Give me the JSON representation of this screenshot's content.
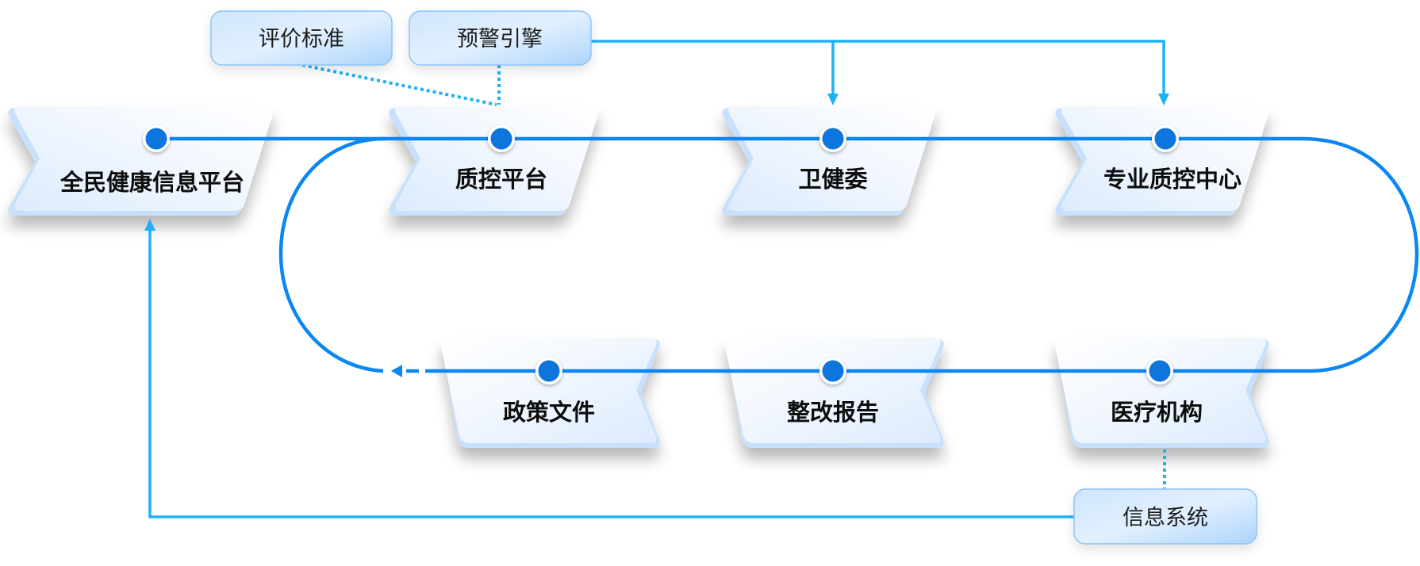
{
  "title": "质控流程图",
  "colors": {
    "flow_line": "#0a87f2",
    "connector_line": "#1eb1f6",
    "node_dot": "#0a74dc",
    "stage_fill_light": "#f6f9fe",
    "stage_fill_dark": "#dcebfd",
    "stage_edge": "#bfdcfb",
    "tag_fill_light": "#dcecfd",
    "tag_fill_dark": "#b3d8fb",
    "tag_border": "#8cc3f6"
  },
  "tags": {
    "evaluation_standard": "评价标准",
    "warning_engine": "预警引擎",
    "information_system": "信息系统"
  },
  "stages": {
    "top_row": [
      {
        "id": "health-platform",
        "label": "全民健康信息平台"
      },
      {
        "id": "qc-platform",
        "label": "质控平台"
      },
      {
        "id": "health-commission",
        "label": "卫健委"
      },
      {
        "id": "professional-qc-center",
        "label": "专业质控中心"
      }
    ],
    "bottom_row": [
      {
        "id": "policy-documents",
        "label": "政策文件"
      },
      {
        "id": "rectification-report",
        "label": "整改报告"
      },
      {
        "id": "medical-institution",
        "label": "医疗机构"
      }
    ]
  },
  "connections": [
    {
      "from": "评价标准",
      "to": "质控平台",
      "style": "dotted"
    },
    {
      "from": "预警引擎",
      "to": "质控平台",
      "style": "dotted"
    },
    {
      "from": "预警引擎",
      "to": "卫健委",
      "style": "arrow"
    },
    {
      "from": "预警引擎",
      "to": "专业质控中心",
      "style": "arrow"
    },
    {
      "from": "医疗机构",
      "to": "信息系统",
      "style": "dotted"
    },
    {
      "from": "信息系统",
      "to": "全民健康信息平台",
      "style": "arrow"
    },
    {
      "from": "全民健康信息平台",
      "to": "专业质控中心",
      "style": "flow"
    },
    {
      "from": "专业质控中心",
      "to": "医疗机构",
      "style": "flow-loop"
    },
    {
      "from": "医疗机构",
      "to": "政策文件",
      "style": "flow"
    },
    {
      "from": "政策文件",
      "to": "质控平台",
      "style": "flow-loop-dashed-arrow"
    }
  ]
}
